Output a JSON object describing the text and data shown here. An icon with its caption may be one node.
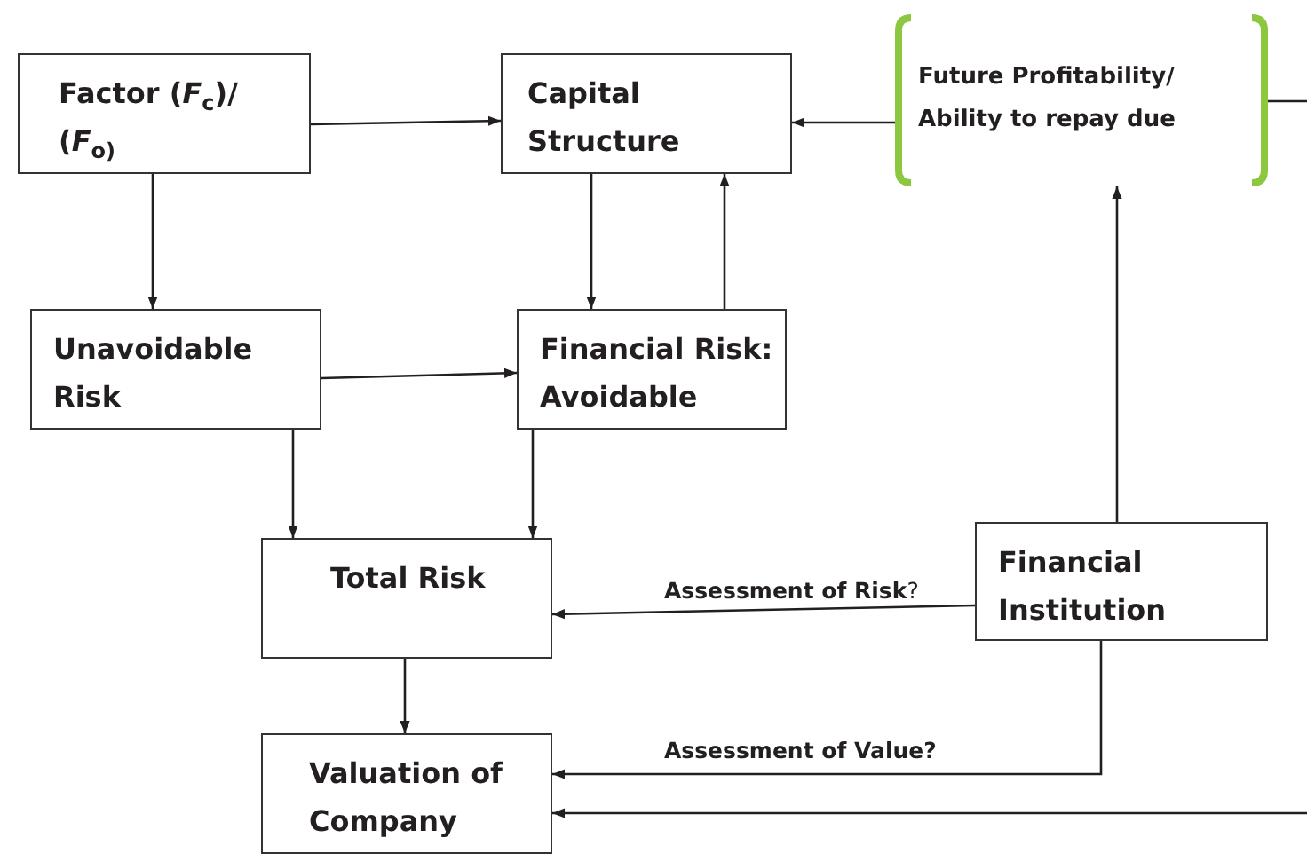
{
  "diagram": {
    "nodes": [
      {
        "text": [
          "Factor (*F*$_{c}$)/ (*F*$_{o)}$"
        ]
      },
      {
        "text": [
          "Capital Structure"
        ]
      },
      {
        "text": [
          "Future Profitability/ Ability to repay due"
        ]
      },
      {
        "text": [
          "Unavoidable Risk"
        ]
      },
      {
        "text": [
          "Financial Risk: Avoidable"
        ]
      },
      {
        "text": [
          "Total Risk"
        ]
      },
      {
        "text": [
          "Financial Institution"
        ]
      },
      {
        "text": [
          "Valuation of Company"
        ]
      }
    ],
    "edges": [
      {
        "from": 0,
        "to": 1,
        "arrow": "to"
      },
      {
        "from": 2,
        "to": 1,
        "arrow": "to"
      },
      {
        "from": 2,
        "to": null,
        "arrow": "none"
      },
      {
        "from": 0,
        "to": 3,
        "arrow": "to"
      },
      {
        "from": 1,
        "to": 4,
        "arrow": "to"
      },
      {
        "from": 4,
        "to": 1,
        "arrow": "to"
      },
      {
        "from": 3,
        "to": 4,
        "arrow": "to"
      },
      {
        "from": 3,
        "to": 5,
        "arrow": "to"
      },
      {
        "from": 4,
        "to": 5,
        "arrow": "to"
      },
      {
        "from": 6,
        "to": 2,
        "arrow": "to"
      },
      {
        "from": 6,
        "to": 5,
        "arrow": "to",
        "label": "**Assessment of Risk**?"
      },
      {
        "from": 5,
        "to": 7,
        "arrow": "to"
      },
      {
        "from": 6,
        "to": 7,
        "arrow": "to",
        "label": "Assessment of Value?"
      },
      {
        "from": null,
        "to": 7,
        "arrow": "to"
      }
    ]
  }
}
